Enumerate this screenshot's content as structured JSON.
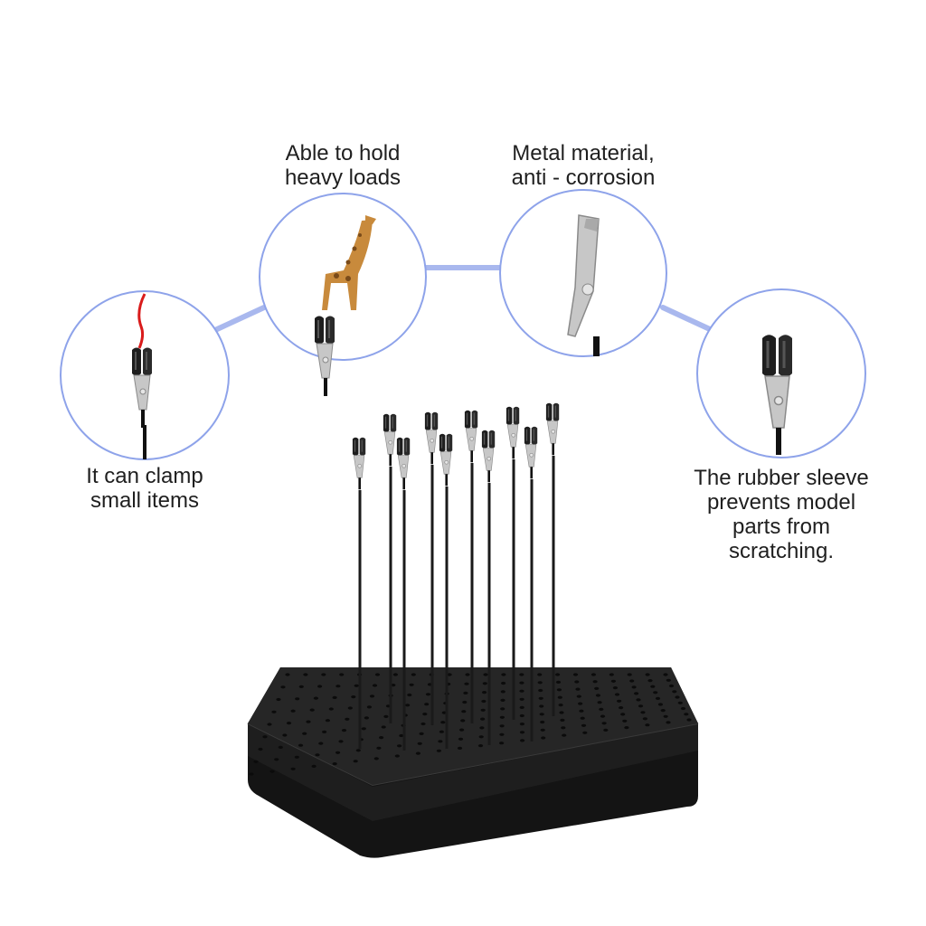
{
  "features": [
    {
      "id": "clamp-small",
      "caption": "It can clamp\nsmall items",
      "icon": "alligator-clip-with-red-thread"
    },
    {
      "id": "heavy-load",
      "caption": "Able to hold\nheavy loads",
      "icon": "giraffe-on-clip"
    },
    {
      "id": "metal",
      "caption": "Metal material,\nanti - corrosion",
      "icon": "bare-metal-alligator-clip"
    },
    {
      "id": "rubber-sleeve",
      "caption": "The rubber sleeve\nprevents model\nparts from\nscratching.",
      "icon": "rubber-sleeved-clip"
    }
  ],
  "colors": {
    "circle": "#8ea3ea",
    "connector": "#a9b8ee",
    "rubber": "#1e1e1e",
    "metal": "#c7c7c7",
    "base": "#1a1a1a",
    "thread": "#d91b1b",
    "giraffe": "#c88a3c"
  }
}
